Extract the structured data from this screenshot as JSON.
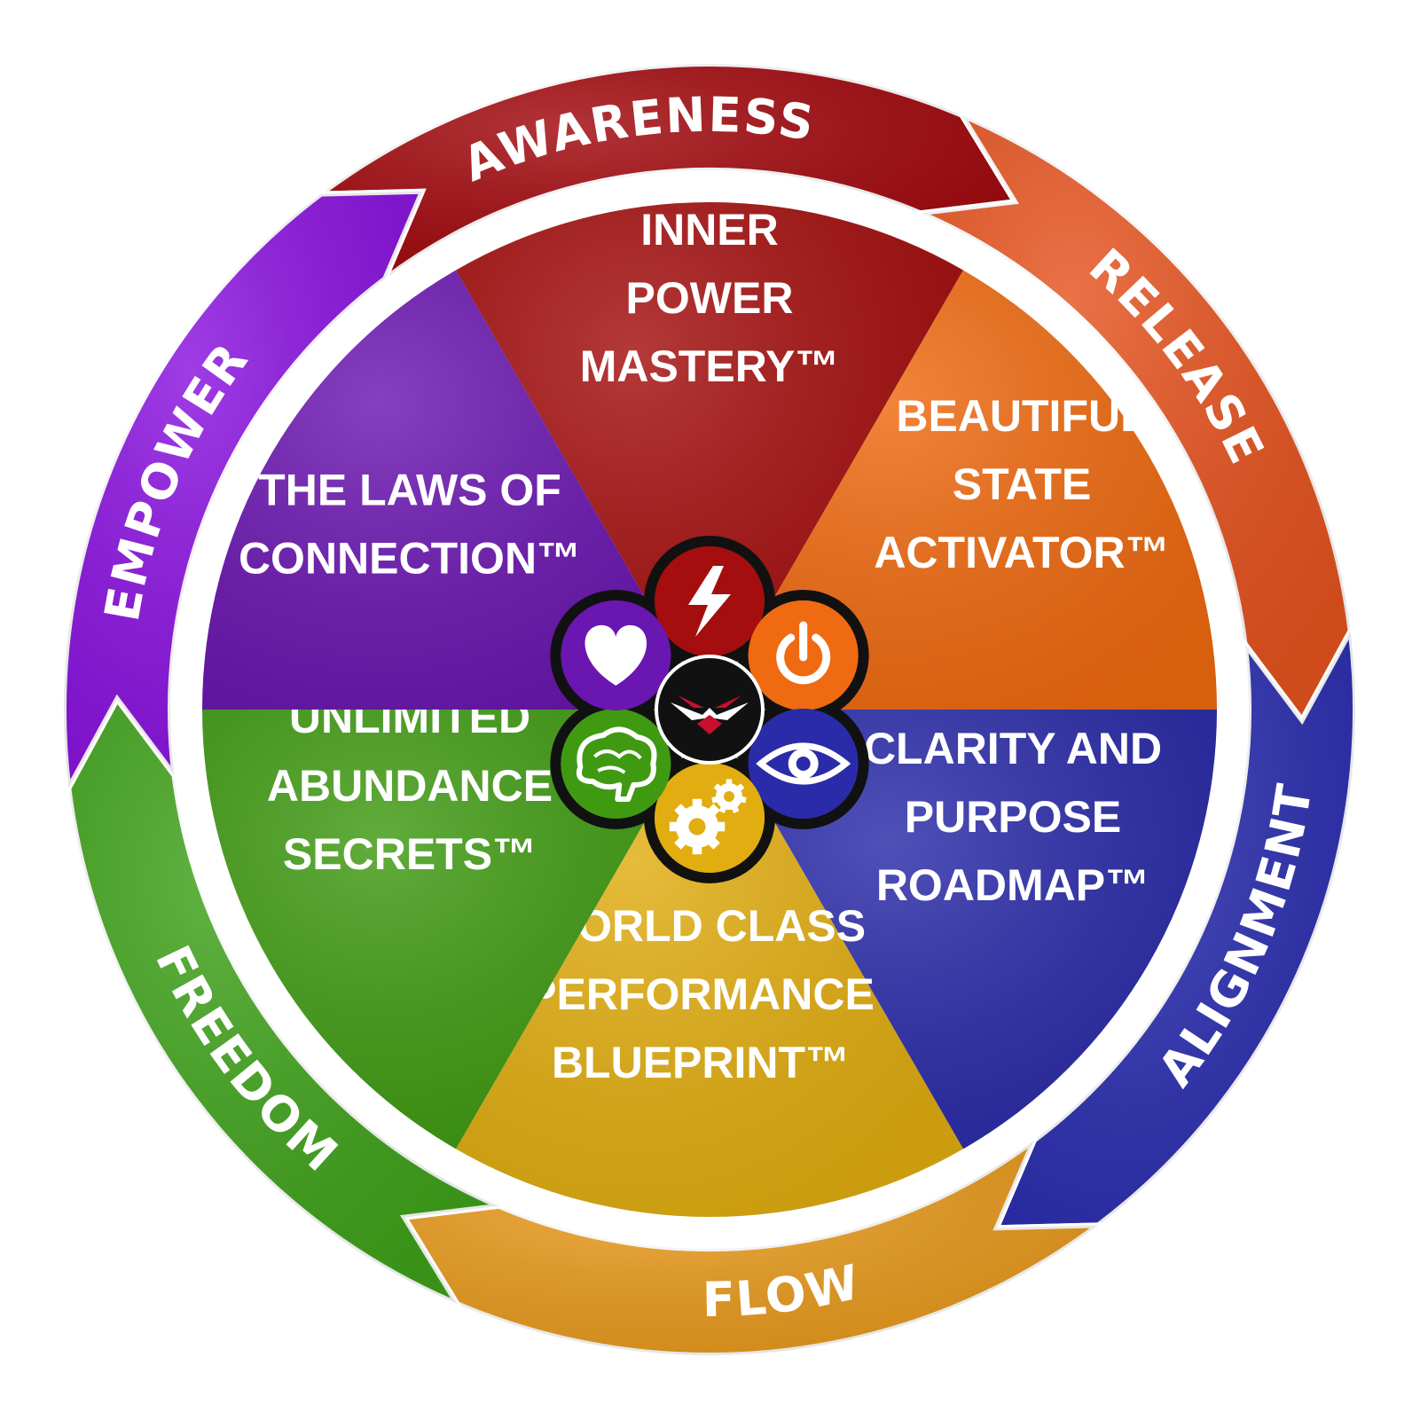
{
  "outer_ring": [
    {
      "label": "AWARENESS",
      "color": "#a1080d"
    },
    {
      "label": "RELEASE",
      "color": "#e6531f"
    },
    {
      "label": "ALIGNMENT",
      "color": "#2b2eb0"
    },
    {
      "label": "FLOW",
      "color": "#e89a1c"
    },
    {
      "label": "FREEDOM",
      "color": "#3fa21a"
    },
    {
      "label": "EMPOWER",
      "color": "#8a12e0"
    }
  ],
  "segments": [
    {
      "lines": [
        "INNER",
        "POWER",
        "MASTERY™"
      ],
      "color": "#a40e0e",
      "icon": "lightning-icon"
    },
    {
      "lines": [
        "BEAUTIFUL",
        "STATE",
        "ACTIVATOR™"
      ],
      "color": "#ef6a10",
      "icon": "power-icon"
    },
    {
      "lines": [
        "CLARITY AND",
        "PURPOSE",
        "ROADMAP™"
      ],
      "color": "#2a2ba8",
      "icon": "eye-icon"
    },
    {
      "lines": [
        "WORLD CLASS",
        "PERFORMANCE",
        "BLUEPRINT™"
      ],
      "color": "#e1ad10",
      "icon": "gears-icon"
    },
    {
      "lines": [
        "UNLIMITED",
        "ABUNDANCE",
        "SECRETS™"
      ],
      "color": "#3f9a12",
      "icon": "brain-icon"
    },
    {
      "lines": [
        "THE LAWS OF",
        "CONNECTION™"
      ],
      "color": "#6a16b0",
      "icon": "heart-icon"
    }
  ],
  "center": {
    "icon": "bird-logo-icon",
    "color": "#111111"
  }
}
